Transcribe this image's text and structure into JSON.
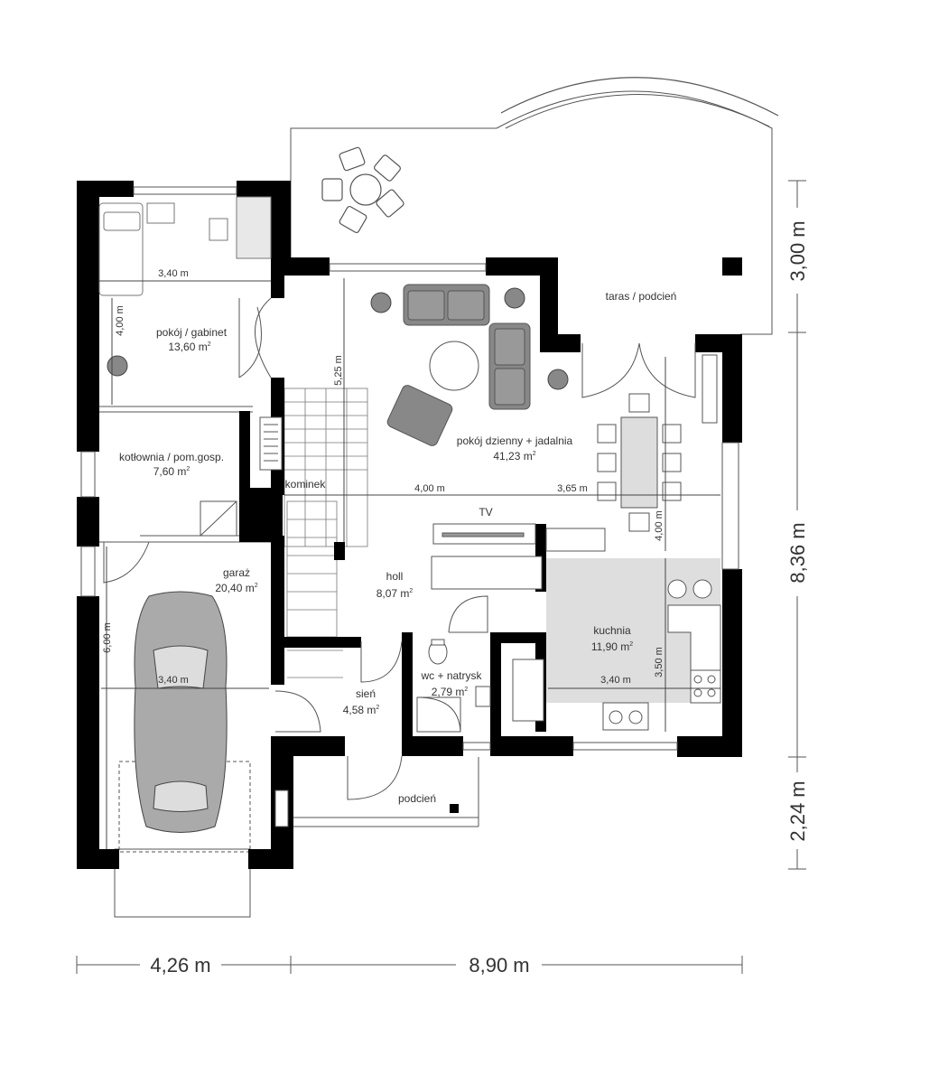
{
  "rooms": {
    "study": {
      "name": "pokój / gabinet",
      "area": "13,60 m",
      "sup": "2"
    },
    "boiler": {
      "name": "kotłownia / pom.gosp.",
      "area": "7,60 m",
      "sup": "2"
    },
    "garage": {
      "name": "garaż",
      "area": "20,40 m",
      "sup": "2"
    },
    "living": {
      "name": "pokój dzienny + jadalnia",
      "area": "41,23 m",
      "sup": "2"
    },
    "hall": {
      "name": "holl",
      "area": "8,07 m",
      "sup": "2"
    },
    "kitchen": {
      "name": "kuchnia",
      "area": "11,90 m",
      "sup": "2"
    },
    "wc": {
      "name": "wc + natrysk",
      "area": "2,79 m",
      "sup": "2"
    },
    "vestibule": {
      "name": "sień",
      "area": "4,58 m",
      "sup": "2"
    },
    "terrace": {
      "name": "taras / podcień"
    },
    "porch": {
      "name": "podcień"
    }
  },
  "labels": {
    "fireplace": "kominek",
    "tv": "TV"
  },
  "inner_dimensions": {
    "study_width": "3,40 m",
    "study_depth": "4,00 m",
    "living_depth": "5,25 m",
    "living_width": "4,00 m",
    "dining_width": "3,65 m",
    "dining_depth": "4,00 m",
    "garage_width": "3,40 m",
    "garage_depth": "6,00 m",
    "kitchen_width": "3,40 m",
    "kitchen_depth": "3,50 m"
  },
  "outer_dimensions": {
    "bottom_left": "4,26 m",
    "bottom_right": "8,90 m",
    "right_top": "3,00 m",
    "right_middle": "8,36 m",
    "right_bottom": "2,24 m"
  },
  "colors": {
    "wall": "#000000",
    "furniture": "#777777",
    "kitchen_floor": "#dedede",
    "line": "#555555"
  }
}
